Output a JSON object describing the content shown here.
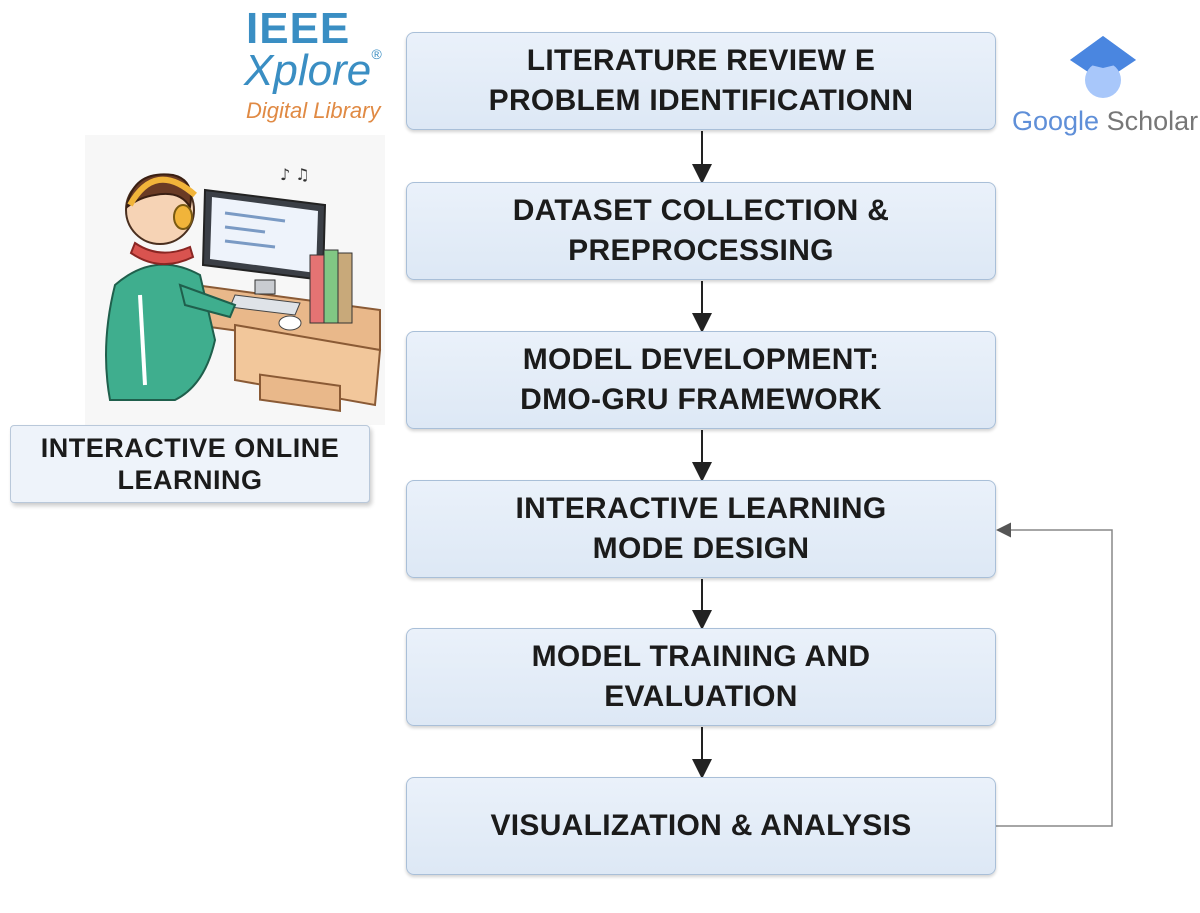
{
  "steps": [
    {
      "id": "literature-review",
      "label": "LITERATURE REVIEW E\nPROBLEM IDENTIFICATIONN"
    },
    {
      "id": "dataset-collection",
      "label": "DATASET COLLECTION &\nPREPROCESSING"
    },
    {
      "id": "model-development",
      "label": "MODEL DEVELOPMENT:\nDMO-GRU FRAMEWORK"
    },
    {
      "id": "interactive-design",
      "label": "INTERACTIVE LEARNING\nMODE DESIGN"
    },
    {
      "id": "training-evaluation",
      "label": "MODEL TRAINING AND\nEVALUATION"
    },
    {
      "id": "visualization",
      "label": "VISUALIZATION & ANALYSIS"
    }
  ],
  "feedback_loop": {
    "from": "visualization",
    "to": "interactive-design"
  },
  "logos": {
    "ieee": {
      "line1": "IEEE",
      "line2": "Xplore",
      "mark": "®",
      "line3": "Digital Library"
    },
    "google_scholar": {
      "google": "Google",
      "scholar": " Scholar"
    }
  },
  "illustration": {
    "icon": "student-at-computer-illustration",
    "caption": "INTERACTIVE ONLINE\nLEARNING"
  },
  "colors": {
    "box_fill": "#e3ecf7",
    "box_border": "#a9bfd8",
    "arrow": "#222222",
    "feedback_arrow": "#888888",
    "ieee_blue": "#3a8ec3",
    "ieee_orange": "#e08a44"
  }
}
